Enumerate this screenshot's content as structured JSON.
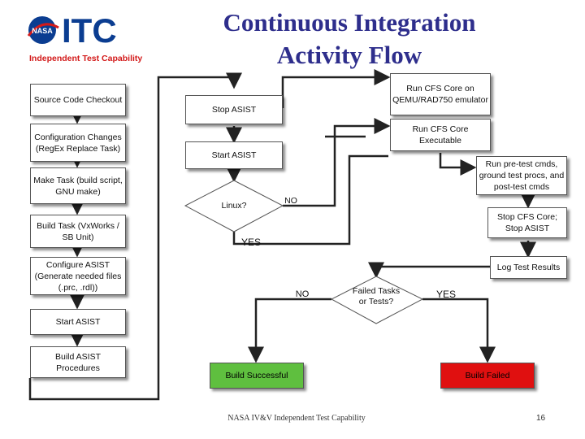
{
  "logo": {
    "agency": "NASA",
    "name": "ITC",
    "tagline": "Independent Test Capability"
  },
  "title_line1": "Continuous Integration",
  "title_line2": "Activity Flow",
  "left_steps": [
    "Source Code Checkout",
    "Configuration Changes (RegEx Replace Task)",
    "Make Task (build script, GNU make)",
    "Build Task (VxWorks / SB Unit)",
    "Configure ASIST (Generate needed files (.prc, .rdl))",
    "Start ASIST",
    "Build ASIST Procedures"
  ],
  "middle_steps": {
    "stop_asist": "Stop ASIST",
    "start_asist": "Start ASIST"
  },
  "decision_linux": {
    "question": "Linux?",
    "no": "NO",
    "yes": "YES"
  },
  "right_steps": {
    "run_qemu": "Run CFS Core on QEMU/RAD750 emulator",
    "run_exec": "Run CFS Core Executable",
    "run_tests": "Run pre-test cmds, ground test procs, and post-test cmds",
    "stop_cfs": "Stop CFS Core; Stop ASIST",
    "log_results": "Log Test Results"
  },
  "decision_failed": {
    "question": "Failed Tasks or Tests?",
    "no": "NO",
    "yes": "YES"
  },
  "outcomes": {
    "success": "Build Successful",
    "failure": "Build Failed"
  },
  "colors": {
    "title": "#2e2e8c",
    "nasa_blue": "#0b3d91",
    "itc_red": "#d31a1a",
    "success": "#5fbf3f",
    "failure": "#e01010"
  },
  "footer": "NASA IV&V Independent Test Capability",
  "page_number": "16"
}
